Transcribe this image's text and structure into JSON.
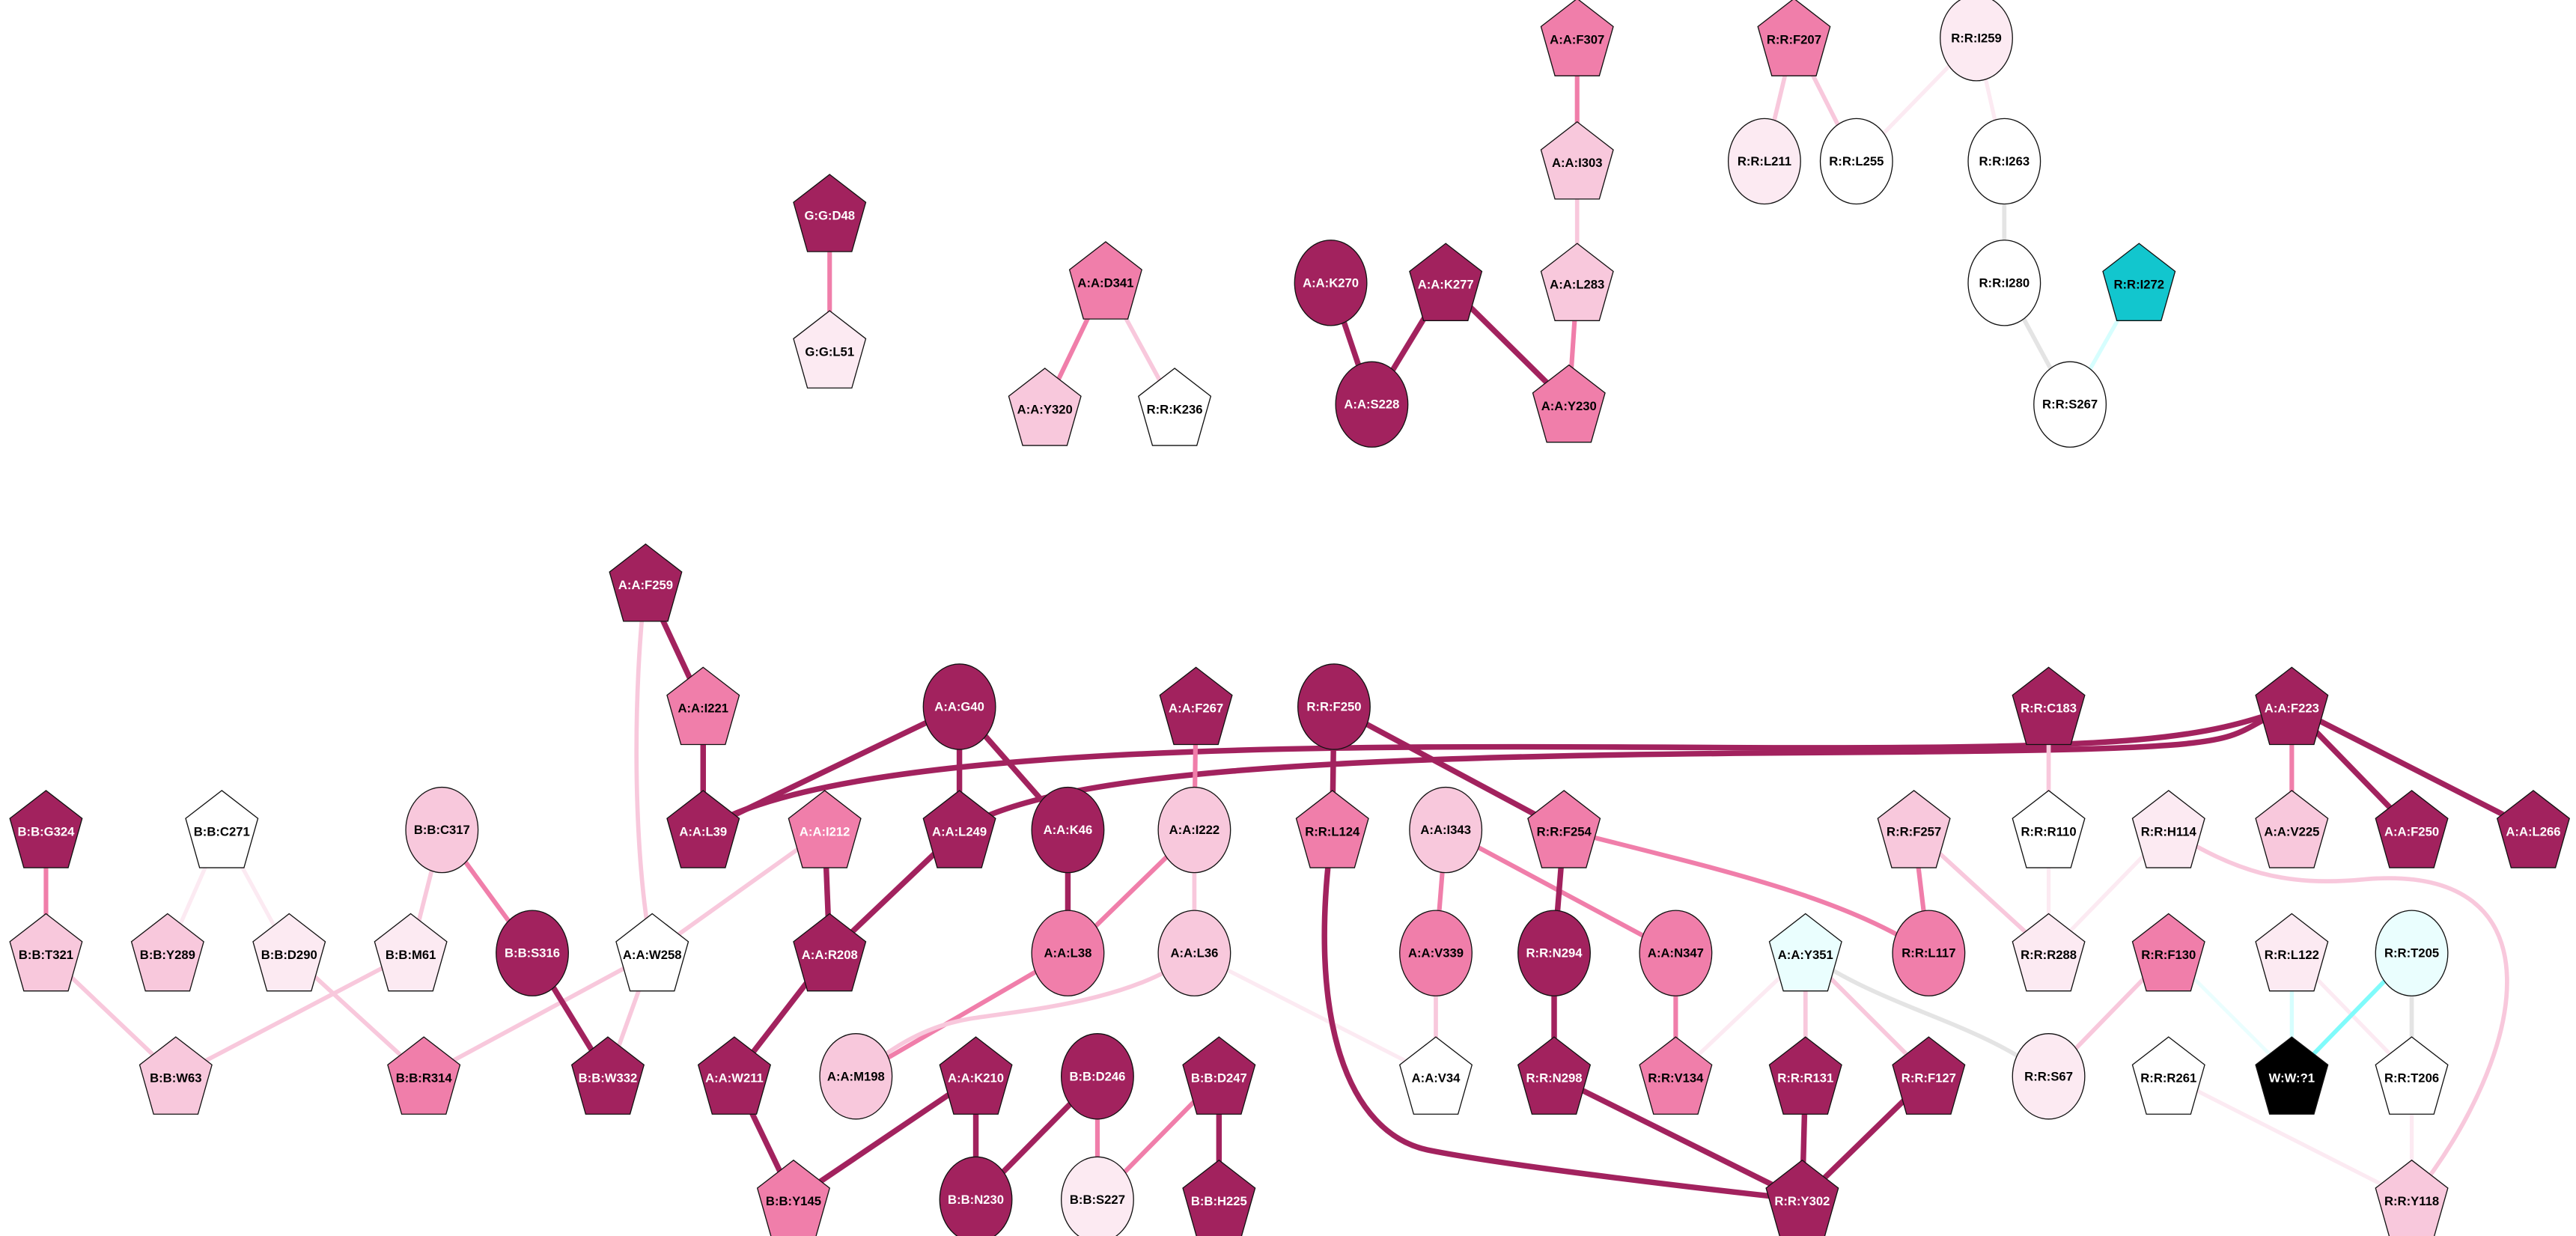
{
  "palette": {
    "dark": "#A2225E",
    "mid": "#F07EAA",
    "light": "#F8C8DC",
    "vlight": "#FCEAF2",
    "white": "#FFFFFF",
    "cyan": "#12C6CE",
    "lcyan": "#EAFEFE",
    "black": "#000000",
    "grey": "#E4E4E4",
    "edge_cyan": "#80FBFB",
    "edge_lcyan": "#D6FEFE"
  },
  "nodes": [
    {
      "id": "G:G:D48",
      "shape": "pentagon",
      "fill": "dark"
    },
    {
      "id": "G:G:L51",
      "shape": "pentagon",
      "fill": "vlight"
    },
    {
      "id": "A:A:D341",
      "shape": "pentagon",
      "fill": "mid"
    },
    {
      "id": "A:A:Y320",
      "shape": "pentagon",
      "fill": "light"
    },
    {
      "id": "R:R:K236",
      "shape": "pentagon",
      "fill": "white"
    },
    {
      "id": "A:A:K270",
      "shape": "circle",
      "fill": "dark"
    },
    {
      "id": "A:A:S228",
      "shape": "circle",
      "fill": "dark"
    },
    {
      "id": "A:A:K277",
      "shape": "pentagon",
      "fill": "dark"
    },
    {
      "id": "A:A:Y230",
      "shape": "pentagon",
      "fill": "mid"
    },
    {
      "id": "A:A:L283",
      "shape": "pentagon",
      "fill": "light"
    },
    {
      "id": "A:A:I303",
      "shape": "pentagon",
      "fill": "light"
    },
    {
      "id": "A:A:F307",
      "shape": "pentagon",
      "fill": "mid"
    },
    {
      "id": "R:R:F207",
      "shape": "pentagon",
      "fill": "mid"
    },
    {
      "id": "R:R:L211",
      "shape": "circle",
      "fill": "vlight"
    },
    {
      "id": "R:R:L255",
      "shape": "circle",
      "fill": "white"
    },
    {
      "id": "R:R:I259",
      "shape": "circle",
      "fill": "vlight"
    },
    {
      "id": "R:R:I263",
      "shape": "circle",
      "fill": "white"
    },
    {
      "id": "R:R:I280",
      "shape": "circle",
      "fill": "white"
    },
    {
      "id": "R:R:S267",
      "shape": "circle",
      "fill": "white"
    },
    {
      "id": "R:R:I272",
      "shape": "pentagon",
      "fill": "cyan"
    },
    {
      "id": "A:A:F259",
      "shape": "pentagon",
      "fill": "dark"
    },
    {
      "id": "A:A:I221",
      "shape": "pentagon",
      "fill": "mid"
    },
    {
      "id": "A:A:G40",
      "shape": "circle",
      "fill": "dark"
    },
    {
      "id": "A:A:F267",
      "shape": "pentagon",
      "fill": "dark"
    },
    {
      "id": "R:R:F250",
      "shape": "circle",
      "fill": "dark"
    },
    {
      "id": "R:R:C183",
      "shape": "pentagon",
      "fill": "dark"
    },
    {
      "id": "A:A:F223",
      "shape": "pentagon",
      "fill": "dark"
    },
    {
      "id": "B:B:G324",
      "shape": "pentagon",
      "fill": "dark"
    },
    {
      "id": "B:B:C271",
      "shape": "pentagon",
      "fill": "white"
    },
    {
      "id": "B:B:C317",
      "shape": "circle",
      "fill": "light"
    },
    {
      "id": "A:A:L39",
      "shape": "pentagon",
      "fill": "dark"
    },
    {
      "id": "A:A:I212",
      "shape": "pentagon",
      "fill": "mid",
      "light_text": true
    },
    {
      "id": "A:A:L249",
      "shape": "pentagon",
      "fill": "dark"
    },
    {
      "id": "A:A:K46",
      "shape": "circle",
      "fill": "dark"
    },
    {
      "id": "A:A:I222",
      "shape": "circle",
      "fill": "light"
    },
    {
      "id": "R:R:L124",
      "shape": "pentagon",
      "fill": "mid"
    },
    {
      "id": "A:A:I343",
      "shape": "circle",
      "fill": "light"
    },
    {
      "id": "R:R:F254",
      "shape": "pentagon",
      "fill": "mid"
    },
    {
      "id": "R:R:F257",
      "shape": "pentagon",
      "fill": "light"
    },
    {
      "id": "R:R:R110",
      "shape": "pentagon",
      "fill": "white"
    },
    {
      "id": "R:R:H114",
      "shape": "pentagon",
      "fill": "vlight"
    },
    {
      "id": "A:A:V225",
      "shape": "pentagon",
      "fill": "light"
    },
    {
      "id": "A:A:F250",
      "shape": "pentagon",
      "fill": "dark"
    },
    {
      "id": "A:A:L266",
      "shape": "pentagon",
      "fill": "dark"
    },
    {
      "id": "B:B:T321",
      "shape": "pentagon",
      "fill": "light"
    },
    {
      "id": "B:B:Y289",
      "shape": "pentagon",
      "fill": "light"
    },
    {
      "id": "B:B:D290",
      "shape": "pentagon",
      "fill": "vlight"
    },
    {
      "id": "B:B:M61",
      "shape": "pentagon",
      "fill": "vlight"
    },
    {
      "id": "B:B:S316",
      "shape": "circle",
      "fill": "dark"
    },
    {
      "id": "A:A:W258",
      "shape": "pentagon",
      "fill": "white"
    },
    {
      "id": "A:A:R208",
      "shape": "pentagon",
      "fill": "dark"
    },
    {
      "id": "A:A:L38",
      "shape": "circle",
      "fill": "mid"
    },
    {
      "id": "A:A:L36",
      "shape": "circle",
      "fill": "light"
    },
    {
      "id": "A:A:V339",
      "shape": "circle",
      "fill": "mid"
    },
    {
      "id": "R:R:N294",
      "shape": "circle",
      "fill": "dark"
    },
    {
      "id": "A:A:N347",
      "shape": "circle",
      "fill": "mid"
    },
    {
      "id": "A:A:Y351",
      "shape": "pentagon",
      "fill": "lcyan"
    },
    {
      "id": "R:R:L117",
      "shape": "circle",
      "fill": "mid"
    },
    {
      "id": "R:R:R288",
      "shape": "pentagon",
      "fill": "vlight"
    },
    {
      "id": "R:R:F130",
      "shape": "pentagon",
      "fill": "mid"
    },
    {
      "id": "R:R:L122",
      "shape": "pentagon",
      "fill": "vlight"
    },
    {
      "id": "R:R:T205",
      "shape": "circle",
      "fill": "lcyan"
    },
    {
      "id": "B:B:W63",
      "shape": "pentagon",
      "fill": "light"
    },
    {
      "id": "B:B:R314",
      "shape": "pentagon",
      "fill": "mid"
    },
    {
      "id": "B:B:W332",
      "shape": "pentagon",
      "fill": "dark"
    },
    {
      "id": "A:A:W211",
      "shape": "pentagon",
      "fill": "dark"
    },
    {
      "id": "A:A:M198",
      "shape": "circle",
      "fill": "light"
    },
    {
      "id": "A:A:K210",
      "shape": "pentagon",
      "fill": "dark"
    },
    {
      "id": "B:B:D246",
      "shape": "circle",
      "fill": "dark"
    },
    {
      "id": "B:B:D247",
      "shape": "pentagon",
      "fill": "dark"
    },
    {
      "id": "A:A:V34",
      "shape": "pentagon",
      "fill": "white"
    },
    {
      "id": "R:R:N298",
      "shape": "pentagon",
      "fill": "dark"
    },
    {
      "id": "R:R:V134",
      "shape": "pentagon",
      "fill": "mid"
    },
    {
      "id": "R:R:R131",
      "shape": "pentagon",
      "fill": "dark"
    },
    {
      "id": "R:R:F127",
      "shape": "pentagon",
      "fill": "dark"
    },
    {
      "id": "R:R:S67",
      "shape": "circle",
      "fill": "vlight"
    },
    {
      "id": "R:R:R261",
      "shape": "pentagon",
      "fill": "white"
    },
    {
      "id": "W:W:?1",
      "shape": "pentagon",
      "fill": "black"
    },
    {
      "id": "R:R:T206",
      "shape": "pentagon",
      "fill": "white"
    },
    {
      "id": "B:B:Y145",
      "shape": "pentagon",
      "fill": "mid"
    },
    {
      "id": "B:B:N230",
      "shape": "circle",
      "fill": "dark"
    },
    {
      "id": "B:B:S227",
      "shape": "circle",
      "fill": "vlight"
    },
    {
      "id": "B:B:H225",
      "shape": "pentagon",
      "fill": "dark"
    },
    {
      "id": "R:R:Y302",
      "shape": "pentagon",
      "fill": "dark"
    },
    {
      "id": "R:R:Y118",
      "shape": "pentagon",
      "fill": "light"
    }
  ],
  "edges": [
    [
      "G:G:D48",
      "G:G:L51",
      "mid"
    ],
    [
      "A:A:D341",
      "A:A:Y320",
      "mid"
    ],
    [
      "A:A:D341",
      "R:R:K236",
      "light"
    ],
    [
      "A:A:K270",
      "A:A:S228",
      "dark"
    ],
    [
      "A:A:K277",
      "A:A:S228",
      "dark"
    ],
    [
      "A:A:K277",
      "A:A:Y230",
      "dark"
    ],
    [
      "A:A:L283",
      "A:A:Y230",
      "mid"
    ],
    [
      "A:A:I303",
      "A:A:L283",
      "light"
    ],
    [
      "A:A:F307",
      "A:A:I303",
      "mid"
    ],
    [
      "R:R:F207",
      "R:R:L211",
      "light"
    ],
    [
      "R:R:F207",
      "R:R:L255",
      "light"
    ],
    [
      "R:R:I259",
      "R:R:L255",
      "vlight"
    ],
    [
      "R:R:I259",
      "R:R:I263",
      "vlight"
    ],
    [
      "R:R:I263",
      "R:R:I280",
      "grey"
    ],
    [
      "R:R:I280",
      "R:R:S267",
      "grey"
    ],
    [
      "R:R:I272",
      "R:R:S267",
      "edge_lcyan"
    ],
    [
      "A:A:F259",
      "A:A:I221",
      "dark"
    ],
    [
      "A:A:F259",
      "A:A:W258",
      "light"
    ],
    [
      "A:A:I221",
      "A:A:L39",
      "dark"
    ],
    [
      "A:A:G40",
      "A:A:L39",
      "dark"
    ],
    [
      "A:A:G40",
      "A:A:L249",
      "dark"
    ],
    [
      "A:A:G40",
      "A:A:K46",
      "dark"
    ],
    [
      "A:A:F223",
      "A:A:L39",
      "dark"
    ],
    [
      "A:A:F223",
      "A:A:L249",
      "dark"
    ],
    [
      "B:B:G324",
      "B:B:T321",
      "mid"
    ],
    [
      "B:B:C271",
      "B:B:Y289",
      "vlight"
    ],
    [
      "B:B:C271",
      "B:B:D290",
      "vlight"
    ],
    [
      "B:B:C317",
      "B:B:M61",
      "light"
    ],
    [
      "B:B:C317",
      "B:B:S316",
      "mid"
    ],
    [
      "A:A:I212",
      "A:A:R208",
      "dark"
    ],
    [
      "A:A:I212",
      "A:A:W258",
      "light"
    ],
    [
      "A:A:W258",
      "B:B:R314",
      "light"
    ],
    [
      "A:A:W258",
      "B:B:W332",
      "light"
    ],
    [
      "B:B:T321",
      "B:B:W63",
      "light"
    ],
    [
      "B:B:M61",
      "B:B:W63",
      "light"
    ],
    [
      "B:B:D290",
      "B:B:R314",
      "light"
    ],
    [
      "B:B:S316",
      "B:B:W332",
      "dark"
    ],
    [
      "A:A:L249",
      "A:A:R208",
      "dark"
    ],
    [
      "A:A:R208",
      "A:A:W211",
      "dark"
    ],
    [
      "A:A:W211",
      "B:B:Y145",
      "dark"
    ],
    [
      "A:A:K46",
      "A:A:L38",
      "dark"
    ],
    [
      "A:A:I222",
      "A:A:L38",
      "mid"
    ],
    [
      "A:A:L38",
      "A:A:M198",
      "mid"
    ],
    [
      "A:A:F267",
      "A:A:I222",
      "mid"
    ],
    [
      "A:A:I222",
      "A:A:L36",
      "light"
    ],
    [
      "A:A:L36",
      "A:A:M198",
      "light"
    ],
    [
      "A:A:L36",
      "A:A:V34",
      "vlight"
    ],
    [
      "A:A:K210",
      "B:B:Y145",
      "dark"
    ],
    [
      "A:A:K210",
      "B:B:N230",
      "dark"
    ],
    [
      "B:B:D246",
      "B:B:N230",
      "dark"
    ],
    [
      "B:B:D246",
      "B:B:S227",
      "mid"
    ],
    [
      "B:B:D247",
      "B:B:S227",
      "mid"
    ],
    [
      "B:B:D247",
      "B:B:H225",
      "dark"
    ],
    [
      "R:R:F250",
      "R:R:L124",
      "dark"
    ],
    [
      "R:R:F250",
      "R:R:F254",
      "dark"
    ],
    [
      "R:R:L124",
      "R:R:Y302",
      "dark"
    ],
    [
      "A:A:I343",
      "A:A:V339",
      "mid"
    ],
    [
      "A:A:I343",
      "A:A:N347",
      "mid"
    ],
    [
      "A:A:V339",
      "A:A:V34",
      "light"
    ],
    [
      "R:R:F254",
      "R:R:N294",
      "dark"
    ],
    [
      "R:R:F254",
      "R:R:L117",
      "mid"
    ],
    [
      "R:R:N294",
      "R:R:N298",
      "dark"
    ],
    [
      "R:R:N298",
      "R:R:Y302",
      "dark"
    ],
    [
      "A:A:N347",
      "R:R:V134",
      "mid"
    ],
    [
      "A:A:Y351",
      "R:R:V134",
      "vlight"
    ],
    [
      "A:A:Y351",
      "R:R:R131",
      "light"
    ],
    [
      "A:A:Y351",
      "R:R:F127",
      "light"
    ],
    [
      "A:A:Y351",
      "R:R:S67",
      "grey"
    ],
    [
      "R:R:R131",
      "R:R:Y302",
      "dark"
    ],
    [
      "R:R:F127",
      "R:R:Y302",
      "dark"
    ],
    [
      "R:R:C183",
      "R:R:R110",
      "light"
    ],
    [
      "R:R:R110",
      "R:R:R288",
      "vlight"
    ],
    [
      "R:R:F257",
      "R:R:L117",
      "mid"
    ],
    [
      "R:R:F257",
      "R:R:R288",
      "light"
    ],
    [
      "R:R:H114",
      "R:R:R288",
      "vlight"
    ],
    [
      "R:R:H114",
      "R:R:Y118",
      "light"
    ],
    [
      "A:A:F223",
      "A:A:V225",
      "mid"
    ],
    [
      "A:A:F223",
      "A:A:F250",
      "dark"
    ],
    [
      "A:A:F223",
      "A:A:L266",
      "dark"
    ],
    [
      "R:R:F130",
      "R:R:S67",
      "light"
    ],
    [
      "R:R:F130",
      "W:W:?1",
      "lcyan"
    ],
    [
      "R:R:L122",
      "W:W:?1",
      "edge_lcyan"
    ],
    [
      "R:R:L122",
      "R:R:T206",
      "vlight"
    ],
    [
      "R:R:T205",
      "W:W:?1",
      "edge_cyan"
    ],
    [
      "R:R:T205",
      "R:R:T206",
      "grey"
    ],
    [
      "R:R:R261",
      "R:R:Y118",
      "vlight"
    ],
    [
      "R:R:T206",
      "R:R:Y118",
      "vlight"
    ]
  ]
}
